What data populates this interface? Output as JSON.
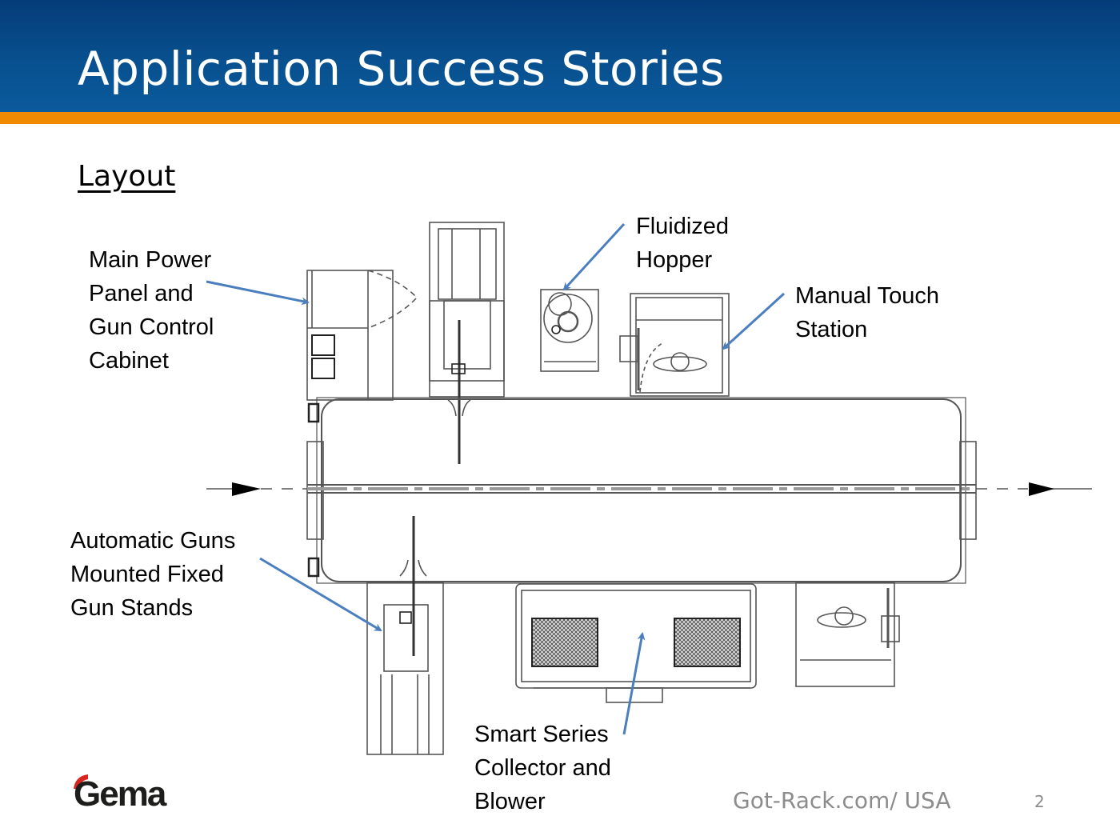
{
  "header": {
    "title": "Application Success Stories",
    "colors": {
      "banner": "#08508f",
      "accent_bar": "#f08a00"
    }
  },
  "section": {
    "title": "Layout"
  },
  "diagram": {
    "callouts": [
      {
        "id": "main-power-panel",
        "text": "Main Power\nPanel and\nGun Control\nCabinet"
      },
      {
        "id": "fluidized-hopper",
        "text": "Fluidized\nHopper"
      },
      {
        "id": "manual-touch-station",
        "text": "Manual Touch\nStation"
      },
      {
        "id": "automatic-guns",
        "text": "Automatic Guns\nMounted Fixed\nGun Stands"
      },
      {
        "id": "smart-series-collector",
        "text": "Smart Series\nCollector and\nBlower"
      }
    ],
    "arrow_color": "#4a7ebf",
    "conveyor_direction": "left-to-right"
  },
  "footer": {
    "logo": "Gema",
    "logo_accent": "#d7261e",
    "source": "Got-Rack.com/ USA",
    "page_number": "2"
  }
}
